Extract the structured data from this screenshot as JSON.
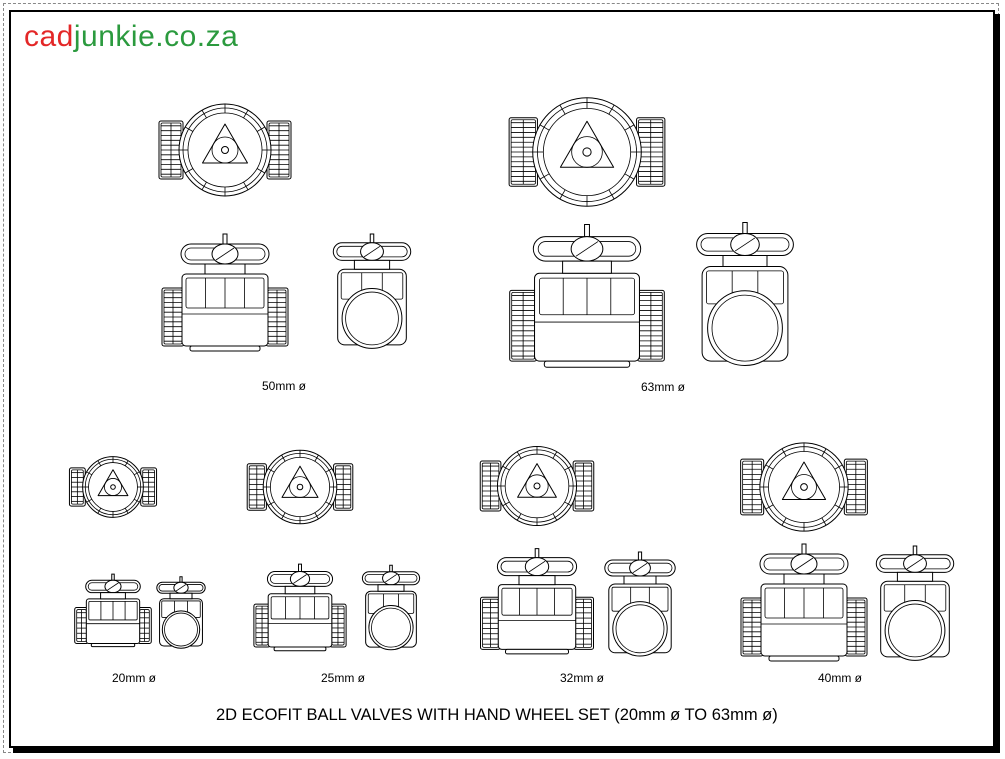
{
  "logo": {
    "part1": "cad",
    "part2": "junkie.co.za",
    "color1": "#e32727",
    "color2": "#2b9a3e"
  },
  "title": "2D ECOFIT BALL VALVES WITH HAND WHEEL SET (20mm ø TO 63mm ø)",
  "valves": [
    {
      "id": "50",
      "label": "50mm ø"
    },
    {
      "id": "63",
      "label": "63mm ø"
    },
    {
      "id": "20",
      "label": "20mm ø"
    },
    {
      "id": "25",
      "label": "25mm ø"
    },
    {
      "id": "32",
      "label": "32mm ø"
    },
    {
      "id": "40",
      "label": "40mm ø"
    }
  ]
}
